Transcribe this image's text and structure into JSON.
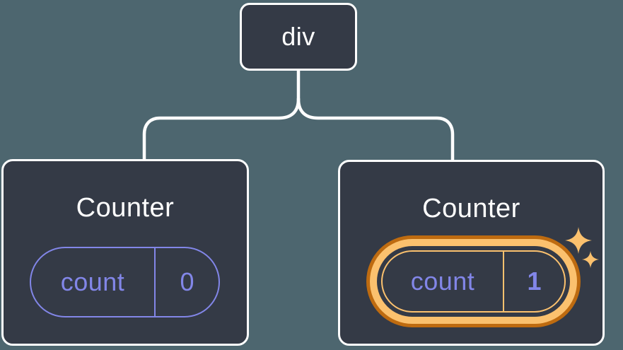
{
  "diagram": {
    "root": {
      "label": "div"
    },
    "nodes": [
      {
        "title": "Counter",
        "state_key": "count",
        "state_value": "0",
        "highlighted": false
      },
      {
        "title": "Counter",
        "state_key": "count",
        "state_value": "1",
        "highlighted": true
      }
    ],
    "icons": {
      "highlight": "sparkle-icon"
    },
    "colors": {
      "background": "#4D666F",
      "node_fill": "#343A46",
      "node_border": "#FFFFFF",
      "connector": "#FFFFFF",
      "state_accent": "#8286E8",
      "highlight_ring_light": "#FBC16E",
      "highlight_ring_dark": "#BE6B10",
      "text": "#FFFFFF"
    }
  }
}
